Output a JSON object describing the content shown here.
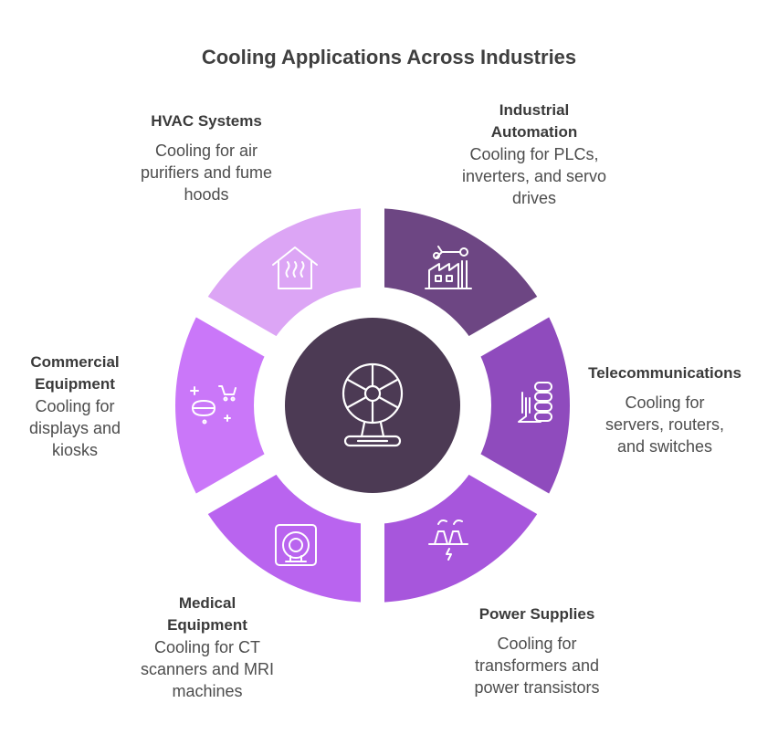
{
  "title": "Cooling Applications Across Industries",
  "colors": {
    "hvac": "#dca5f5",
    "industrial": "#6d4683",
    "telecom": "#8f4bbd",
    "power": "#a756dc",
    "medical": "#b964ef",
    "commercial": "#ca77f9",
    "center": "#4c3a54",
    "icon_light": "#ffffff",
    "icon_dark": "#ffffff"
  },
  "center": {
    "icon": "fan-icon"
  },
  "segments": [
    {
      "key": "hvac",
      "heading": "HVAC Systems",
      "description": "Cooling for air purifiers and fume hoods",
      "icon": "house-heat-icon"
    },
    {
      "key": "industrial",
      "heading": "Industrial Automation",
      "description": "Cooling for PLCs, inverters, and servo drives",
      "icon": "factory-robot-arm-icon"
    },
    {
      "key": "telecom",
      "heading": "Telecommunications",
      "description": "Cooling for servers, routers, and switches",
      "icon": "server-stack-icon"
    },
    {
      "key": "power",
      "heading": "Power Supplies",
      "description": "Cooling for transformers and power transistors",
      "icon": "power-plant-icon"
    },
    {
      "key": "medical",
      "heading": "Medical Equipment",
      "description": "Cooling for CT scanners and MRI machines",
      "icon": "mri-scanner-icon"
    },
    {
      "key": "commercial",
      "heading": "Commercial Equipment",
      "description": "Cooling for displays and kiosks",
      "icon": "vr-cart-icon"
    }
  ]
}
